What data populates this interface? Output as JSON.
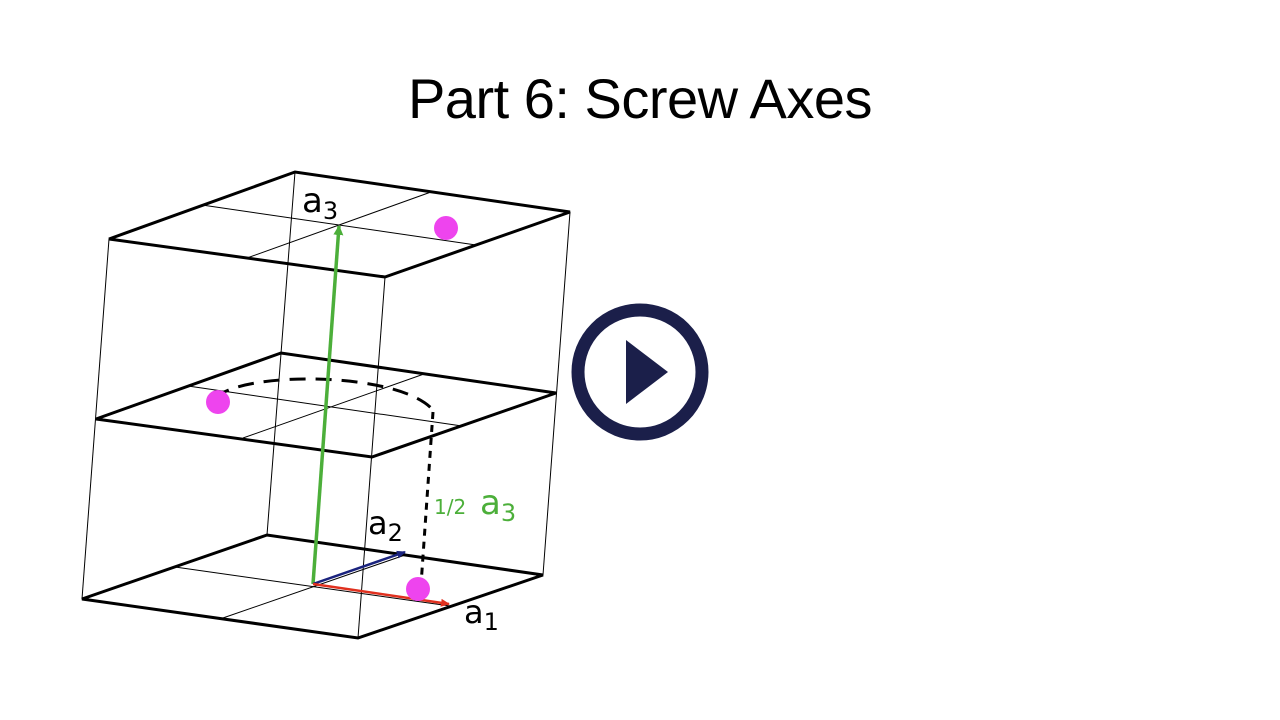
{
  "slide": {
    "title": "Part 6: Screw Axes"
  },
  "diagram": {
    "labels": {
      "a3_top": {
        "main": "a",
        "sub": "3"
      },
      "a2": {
        "main": "a",
        "sub": "2"
      },
      "a1": {
        "main": "a",
        "sub": "1"
      },
      "translation_fraction": "1/2",
      "translation_vec": {
        "main": "a",
        "sub": "3"
      }
    },
    "colors": {
      "a1_arrow": "#e0301e",
      "a2_arrow": "#1a237e",
      "a3_arrow": "#4caf3a",
      "atom": "#ee44ee",
      "play_button": "#1b1f4a"
    },
    "atom_count": 3
  },
  "controls": {
    "play_icon": "play-icon"
  }
}
